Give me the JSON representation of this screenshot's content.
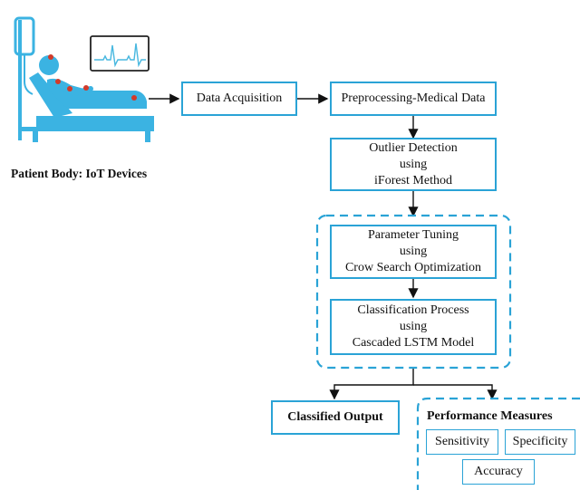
{
  "caption": "Patient Body: IoT Devices",
  "nodes": {
    "data_acquisition": "Data Acquisition",
    "preprocessing": "Preprocessing-Medical Data",
    "outlier": [
      "Outlier Detection",
      "using",
      "iForest Method"
    ],
    "parameter_tuning": [
      "Parameter Tuning",
      "using",
      "Crow Search Optimization"
    ],
    "classification": [
      "Classification Process",
      "using",
      "Cascaded LSTM Model"
    ],
    "classified_output": "Classified Output",
    "performance_title": "Performance Measures",
    "measures": [
      "Sensitivity",
      "Specificity",
      "Accuracy"
    ]
  },
  "icons": {
    "patient": "patient-in-bed-icon",
    "monitor": "ecg-monitor-icon"
  },
  "colors": {
    "accent": "#2aa3d6",
    "sensor": "#d23a2a",
    "ecg": "#49b8e0"
  }
}
